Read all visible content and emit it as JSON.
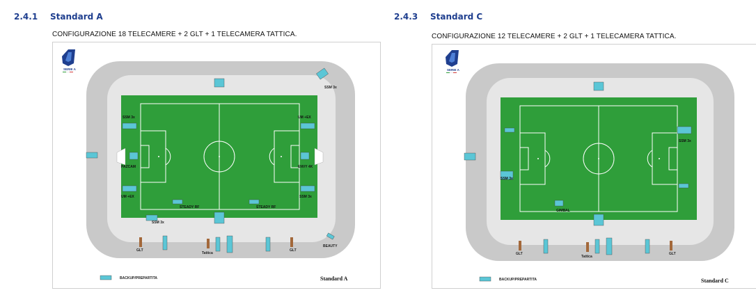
{
  "left": {
    "section_number": "2.4.1",
    "section_title": "Standard A",
    "caption": "CONFIGURAZIONE 18 TELECAMERE + 2 GLT + 1 TELECAMERA TATTICA.",
    "logo_text": "SERIE A",
    "labels": {
      "ssm_top_right": "SSM 3x",
      "ssm_left": "SSM 3x",
      "um_right_top": "UM +EX",
      "pazcam": "PAZCAM",
      "envy_right": "ENVY 4K",
      "um_left_bottom": "UM +EX",
      "ssm_right_bottom": "SSM 3x",
      "steady_left": "STEADY RF",
      "steady_right": "STEADY RF",
      "ssm_bottom": "SSM 3x",
      "glt_left": "GLT",
      "tattica": "Tattica",
      "glt_right": "GLT",
      "beauty": "BEAUTY"
    },
    "backup_label": "BACKUP/PREPARTITA",
    "standard_label": "Standard A"
  },
  "right": {
    "section_number": "2.4.3",
    "section_title": "Standard C",
    "caption": "CONFIGURAZIONE 12 TELECAMERE + 2 GLT + 1 TELECAMERA TATTICA.",
    "logo_text": "SERIE A",
    "labels": {
      "ssm_right": "SSM 3x",
      "ssm_left": "SSM 3x",
      "gimbal": "GIMBAL",
      "glt_left": "GLT",
      "tattica": "Tattica",
      "glt_right": "GLT"
    },
    "backup_label": "BACKUP/PREPARTITA",
    "standard_label": "Standard C"
  },
  "colors": {
    "pitch": "#2f9e3a",
    "track_outer": "#c9c9c9",
    "track_inner": "#e6e6e6",
    "camera": "#5bc6d6",
    "heading": "#1f3f8f"
  }
}
